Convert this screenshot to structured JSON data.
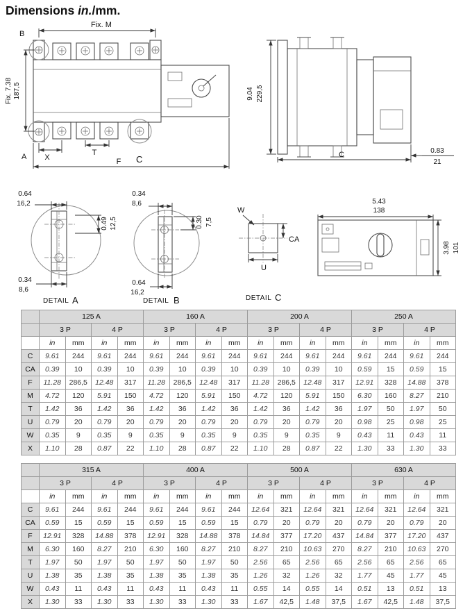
{
  "title": {
    "word": "Dimensions ",
    "in_part": "in.",
    "mm_part": "/mm."
  },
  "drawings": {
    "front_view": {
      "fix_m": "Fix. M",
      "corner_b": "B",
      "fix_vertical_in": "Fix. 7.38",
      "fix_vertical_mm": "187,5",
      "corner_a": "A",
      "dim_x": "X",
      "dim_t": "T",
      "detail_c_ref": "C",
      "dim_f": "F"
    },
    "side_view": {
      "height_in": "9.04",
      "height_mm": "229,5",
      "dim_c": "C",
      "depth_in": "0.83",
      "depth_mm": "21"
    },
    "detail_a": {
      "top_in": "0.64",
      "top_mm": "16,2",
      "side_in": "0.49",
      "side_mm": "12,5",
      "bottom_in": "0.34",
      "bottom_mm": "8,6",
      "caption": "DETAIL",
      "letter": "A"
    },
    "detail_b": {
      "top_in": "0.34",
      "top_mm": "8,6",
      "side_in": "0.30",
      "side_mm": "7,5",
      "bottom_in": "0.64",
      "bottom_mm": "16,2",
      "caption": "DETAIL",
      "letter": "B"
    },
    "detail_c": {
      "dim_w": "W",
      "dim_ca": "CA",
      "dim_u": "U",
      "caption": "DETAIL",
      "letter": "C"
    },
    "handle_view": {
      "width_in": "5.43",
      "width_mm": "138",
      "height_in": "3.98",
      "height_mm": "101"
    }
  },
  "tables": [
    {
      "amps": [
        "125 A",
        "160 A",
        "200 A",
        "250 A"
      ],
      "poles": [
        "3 P",
        "4 P"
      ],
      "units": [
        "in",
        "mm"
      ],
      "rows": [
        {
          "label": "C",
          "values": [
            "9.61",
            "244",
            "9.61",
            "244",
            "9.61",
            "244",
            "9.61",
            "244",
            "9.61",
            "244",
            "9.61",
            "244",
            "9.61",
            "244",
            "9.61",
            "244"
          ]
        },
        {
          "label": "CA",
          "values": [
            "0.39",
            "10",
            "0.39",
            "10",
            "0.39",
            "10",
            "0.39",
            "10",
            "0.39",
            "10",
            "0.39",
            "10",
            "0.59",
            "15",
            "0.59",
            "15"
          ]
        },
        {
          "label": "F",
          "values": [
            "11.28",
            "286,5",
            "12.48",
            "317",
            "11.28",
            "286,5",
            "12.48",
            "317",
            "11.28",
            "286,5",
            "12.48",
            "317",
            "12.91",
            "328",
            "14.88",
            "378"
          ]
        },
        {
          "label": "M",
          "values": [
            "4.72",
            "120",
            "5.91",
            "150",
            "4.72",
            "120",
            "5.91",
            "150",
            "4.72",
            "120",
            "5.91",
            "150",
            "6.30",
            "160",
            "8.27",
            "210"
          ]
        },
        {
          "label": "T",
          "values": [
            "1.42",
            "36",
            "1.42",
            "36",
            "1.42",
            "36",
            "1.42",
            "36",
            "1.42",
            "36",
            "1.42",
            "36",
            "1.97",
            "50",
            "1.97",
            "50"
          ]
        },
        {
          "label": "U",
          "values": [
            "0.79",
            "20",
            "0.79",
            "20",
            "0.79",
            "20",
            "0.79",
            "20",
            "0.79",
            "20",
            "0.79",
            "20",
            "0.98",
            "25",
            "0.98",
            "25"
          ]
        },
        {
          "label": "W",
          "values": [
            "0.35",
            "9",
            "0.35",
            "9",
            "0.35",
            "9",
            "0.35",
            "9",
            "0.35",
            "9",
            "0.35",
            "9",
            "0.43",
            "11",
            "0.43",
            "11"
          ]
        },
        {
          "label": "X",
          "values": [
            "1.10",
            "28",
            "0.87",
            "22",
            "1.10",
            "28",
            "0.87",
            "22",
            "1.10",
            "28",
            "0.87",
            "22",
            "1.30",
            "33",
            "1.30",
            "33"
          ]
        }
      ]
    },
    {
      "amps": [
        "315 A",
        "400 A",
        "500 A",
        "630 A"
      ],
      "poles": [
        "3 P",
        "4 P"
      ],
      "units": [
        "in",
        "mm"
      ],
      "rows": [
        {
          "label": "C",
          "values": [
            "9.61",
            "244",
            "9.61",
            "244",
            "9.61",
            "244",
            "9.61",
            "244",
            "12.64",
            "321",
            "12.64",
            "321",
            "12.64",
            "321",
            "12.64",
            "321"
          ]
        },
        {
          "label": "CA",
          "values": [
            "0.59",
            "15",
            "0.59",
            "15",
            "0.59",
            "15",
            "0.59",
            "15",
            "0.79",
            "20",
            "0.79",
            "20",
            "0.79",
            "20",
            "0.79",
            "20"
          ]
        },
        {
          "label": "F",
          "values": [
            "12.91",
            "328",
            "14.88",
            "378",
            "12.91",
            "328",
            "14.88",
            "378",
            "14.84",
            "377",
            "17.20",
            "437",
            "14.84",
            "377",
            "17.20",
            "437"
          ]
        },
        {
          "label": "M",
          "values": [
            "6.30",
            "160",
            "8.27",
            "210",
            "6.30",
            "160",
            "8.27",
            "210",
            "8.27",
            "210",
            "10.63",
            "270",
            "8.27",
            "210",
            "10.63",
            "270"
          ]
        },
        {
          "label": "T",
          "values": [
            "1.97",
            "50",
            "1.97",
            "50",
            "1.97",
            "50",
            "1.97",
            "50",
            "2.56",
            "65",
            "2.56",
            "65",
            "2.56",
            "65",
            "2.56",
            "65"
          ]
        },
        {
          "label": "U",
          "values": [
            "1.38",
            "35",
            "1.38",
            "35",
            "1.38",
            "35",
            "1.38",
            "35",
            "1.26",
            "32",
            "1.26",
            "32",
            "1.77",
            "45",
            "1.77",
            "45"
          ]
        },
        {
          "label": "W",
          "values": [
            "0.43",
            "11",
            "0.43",
            "11",
            "0.43",
            "11",
            "0.43",
            "11",
            "0.55",
            "14",
            "0.55",
            "14",
            "0.51",
            "13",
            "0.51",
            "13"
          ]
        },
        {
          "label": "X",
          "values": [
            "1.30",
            "33",
            "1.30",
            "33",
            "1.30",
            "33",
            "1.30",
            "33",
            "1.67",
            "42,5",
            "1.48",
            "37,5",
            "1.67",
            "42,5",
            "1.48",
            "37,5"
          ]
        }
      ]
    }
  ]
}
